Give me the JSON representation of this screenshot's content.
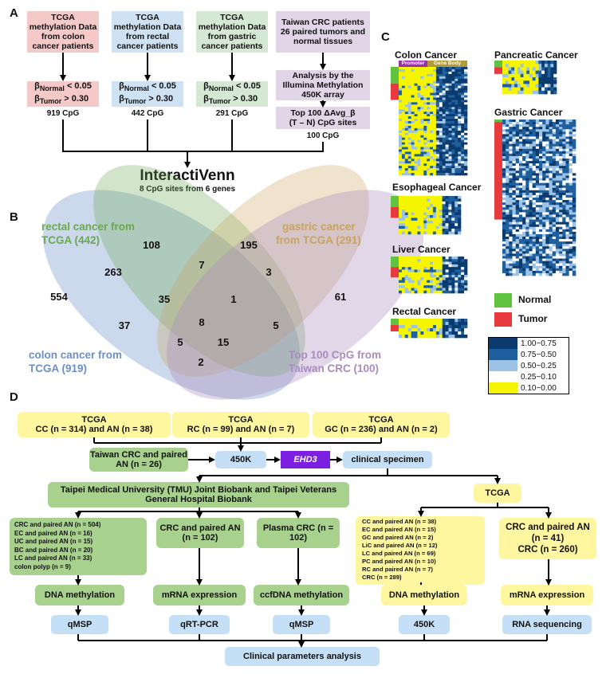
{
  "panel_a": {
    "label": "A",
    "boxes": [
      {
        "text": "TCGA methylation Data from colon cancer patients",
        "beta_normal": "< 0.05",
        "beta_tumor": "> 0.30",
        "cpg": "919 CpG"
      },
      {
        "text": "TCGA methylation Data from rectal cancer patients",
        "beta_normal": "< 0.05",
        "beta_tumor": "> 0.30",
        "cpg": "442 CpG"
      },
      {
        "text": "TCGA methylation Data from gastric cancer patients",
        "beta_normal": "< 0.05",
        "beta_tumor": "> 0.30",
        "cpg": "291 CpG"
      }
    ],
    "taiwan_box": "Taiwan CRC patients 26 paired tumors and normal tissues",
    "illumina_box": "Analysis by the Illumina Methylation 450K array",
    "top100_box_line1": "Top 100 ΔAvg_β",
    "top100_box_line2": "(T – N) CpG sites",
    "taiwan_cpg": "100 CpG",
    "beta_symbol": "β",
    "normal_sub": "Normal",
    "tumor_sub": "Tumor",
    "interactivenn": "InteractiVenn",
    "interactivenn_sub": "8 CpG sites from 6 genes"
  },
  "panel_b": {
    "label": "B",
    "sets": {
      "rectal": "rectal cancer from TCGA (442)",
      "rectal_l1": "rectal cancer from",
      "rectal_l2": "TCGA (442)",
      "gastric_l1": "gastric cancer",
      "gastric_l2": "from TCGA (291)",
      "colon_l1": "colon cancer from",
      "colon_l2": "TCGA (919)",
      "taiwan_l1": "Top 100  CpG from",
      "taiwan_l2": "Taiwan CRC (100)"
    },
    "numbers": {
      "n108": "108",
      "n195": "195",
      "n263": "263",
      "n7": "7",
      "n3": "3",
      "n554": "554",
      "n35": "35",
      "n1": "1",
      "n61": "61",
      "n37": "37",
      "n8": "8",
      "n5a": "5",
      "n5b": "5",
      "n15": "15",
      "n2": "2"
    },
    "colors": {
      "rectal": "#6aa84f",
      "gastric": "#c9a35c",
      "colon": "#6d8fc7",
      "taiwan": "#a98bbd"
    }
  },
  "panel_c": {
    "label": "C",
    "titles": {
      "colon": "Colon Cancer",
      "pancreatic": "Pancreatic Cancer",
      "gastric": "Gastric Cancer",
      "esophageal": "Esophageal Cancer",
      "liver": "Liver Cancer",
      "rectal": "Rectal Cancer"
    },
    "promoter": "Promoter",
    "gene_body": "Gene Body",
    "legend_normal": "Normal",
    "legend_tumor": "Tumor",
    "scale": [
      "1.00~0.75",
      "0.75~0.50",
      "0.50~0.25",
      "0.25~0.10",
      "0.10~0.00"
    ],
    "colors": {
      "normal": "#5fc33f",
      "tumor": "#e8393f",
      "c1": "#0b3b6e",
      "c2": "#1f5f9e",
      "c3": "#9cc3e6",
      "c4": "#ffffff",
      "c5": "#f5f500"
    }
  },
  "panel_d": {
    "label": "D",
    "tcga_boxes": [
      {
        "title": "TCGA",
        "text": "CC (n = 314) and AN (n = 38)"
      },
      {
        "title": "TCGA",
        "text": "RC (n = 99) and AN (n = 7)"
      },
      {
        "title": "TCGA",
        "text": "GC (n = 236) and AN (n = 2)"
      }
    ],
    "taiwan": "Taiwan CRC and paired AN (n = 26)",
    "k450": "450K",
    "gene": "EHD3",
    "clinical_specimen": "clinical specimen",
    "biobank": "Taipei Medical University (TMU) Joint Biobank and Taipei Veterans General Hospital Biobank",
    "tcga_right": "TCGA",
    "cohort_list": [
      "CRC and paired AN (n = 504)",
      "EC and paired AN (n = 16)",
      "UC and paired AN (n = 15)",
      "BC and paired AN (n = 20)",
      "LC and paired AN (n = 33)",
      "colon polyp (n = 9)"
    ],
    "crc_paired": "CRC and paired AN (n = 102)",
    "plasma": "Plasma CRC  (n = 102)",
    "tcga_list": [
      "CC and paired AN (n = 38)",
      "EC and paired AN (n = 15)",
      "GC and paired AN (n = 2)",
      "LiC and paired AN (n = 12)",
      "LC and paired AN (n = 69)",
      "PC and paired AN (n = 10)",
      "RC and paired AN (n = 7)",
      "CRC (n = 289)"
    ],
    "crc_right_l1": "CRC and paired AN",
    "crc_right_l2": "(n = 41)",
    "crc_right_l3": "CRC  (n =  260)",
    "dna_methylation": "DNA methylation",
    "mrna_expression": "mRNA expression",
    "ccfdna": "ccfDNA methylation",
    "dna_methylation_2": "DNA methylation",
    "mrna_expression_2": "mRNA expression",
    "qmsp": "qMSP",
    "qrtpcr": "qRT-PCR",
    "qmsp2": "qMSP",
    "k450_2": "450K",
    "rnaseq": "RNA sequencing",
    "clinical_params": "Clinical parameters analysis",
    "colors": {
      "yellow": "#fff7a0",
      "green": "#a9d18e",
      "light_blue": "#c4dff6",
      "purple": "#7b1fe0"
    }
  }
}
